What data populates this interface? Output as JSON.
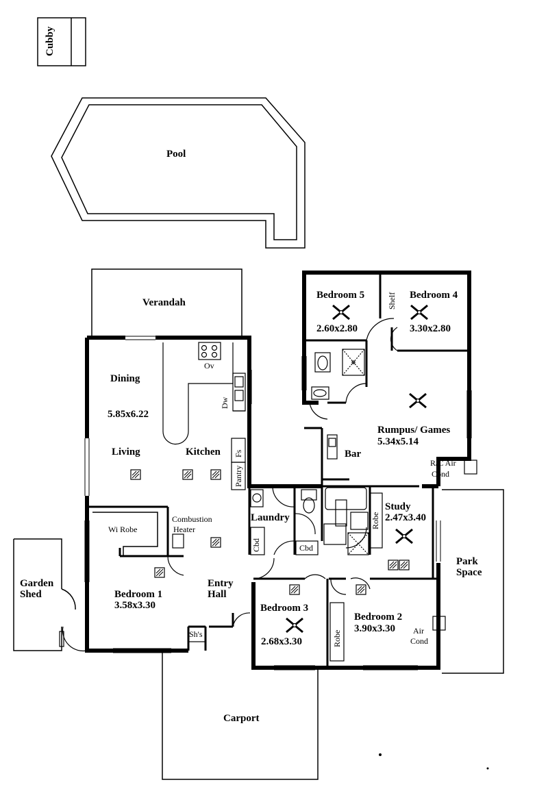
{
  "rooms": {
    "cubby": "Cubby",
    "pool": "Pool",
    "verandah": "Verandah",
    "dining": "Dining",
    "dining_dim": "5.85x6.22",
    "living": "Living",
    "kitchen": "Kitchen",
    "bedroom5": "Bedroom 5",
    "bedroom5_dim": "2.60x2.80",
    "bedroom4": "Bedroom 4",
    "bedroom4_dim": "3.30x2.80",
    "rumpus": "Rumpus/ Games",
    "rumpus_dim": "5.34x5.14",
    "bar": "Bar",
    "laundry": "Laundry",
    "study": "Study",
    "study_dim": "2.47x3.40",
    "wi_robe": "Wi Robe",
    "combustion": "Combustion",
    "heater": "Heater",
    "bedroom1": "Bedroom 1",
    "bedroom1_dim": "3.58x3.30",
    "entry": "Entry",
    "hall": "Hall",
    "bedroom3": "Bedroom 3",
    "bedroom3_dim": "2.68x3.30",
    "bedroom2": "Bedroom 2",
    "bedroom2_dim": "3.90x3.30",
    "park": "Park",
    "space": "Space",
    "garden": "Garden",
    "shed": "Shed",
    "carport": "Carport"
  },
  "fixtures": {
    "ov": "Ov",
    "dw": "Dw",
    "fs": "Fs",
    "pantry": "Pantry",
    "shelf": "Shelf",
    "robe_study": "Robe",
    "robe_bed2": "Robe",
    "cbd1": "Cbd",
    "cbd2": "Cbd",
    "shs": "Sh's",
    "rc_air": "R/C Air",
    "cond1": "Cond",
    "air": "Air",
    "cond2": "Cond"
  }
}
